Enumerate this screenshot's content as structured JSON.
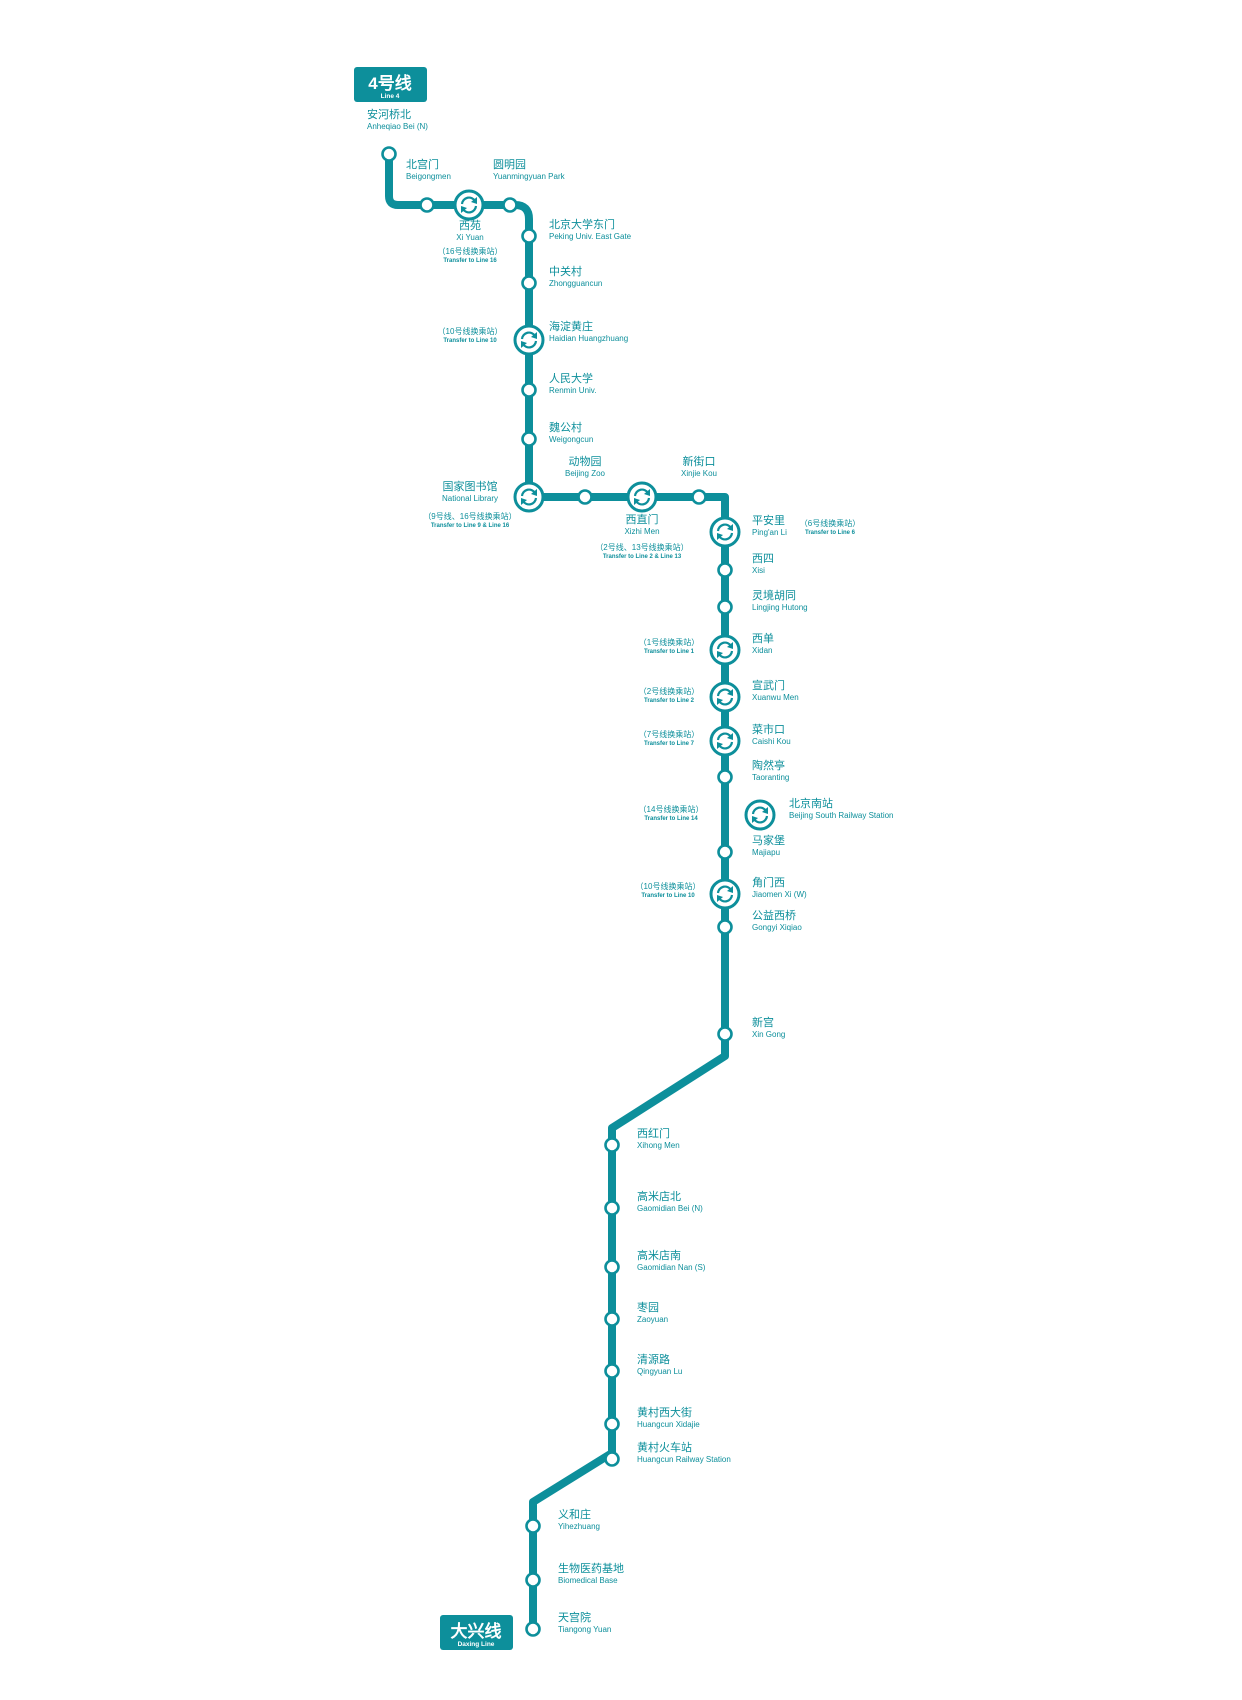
{
  "colors": {
    "line": "#0d8f9b",
    "text": "#0d8f9b",
    "background": "#ffffff"
  },
  "badges": {
    "line4": {
      "cn": "4号线",
      "en": "Line 4"
    },
    "daxing": {
      "cn": "大兴线",
      "en": "Daxing Line"
    }
  },
  "stations": [
    {
      "cn": "安河桥北",
      "en": "Anheqiao Bei (N)",
      "interchange": false
    },
    {
      "cn": "北宫门",
      "en": "Beigongmen",
      "interchange": false
    },
    {
      "cn": "西苑",
      "en": "Xi Yuan",
      "interchange": true,
      "transfer_cn": "（16号线换乘站）",
      "transfer_en": "Transfer to Line 16"
    },
    {
      "cn": "圆明园",
      "en": "Yuanmingyuan Park",
      "interchange": false
    },
    {
      "cn": "北京大学东门",
      "en": "Peking Univ. East Gate",
      "interchange": false
    },
    {
      "cn": "中关村",
      "en": "Zhongguancun",
      "interchange": false
    },
    {
      "cn": "海淀黄庄",
      "en": "Haidian Huangzhuang",
      "interchange": true,
      "transfer_cn": "（10号线换乘站）",
      "transfer_en": "Transfer to Line 10"
    },
    {
      "cn": "人民大学",
      "en": "Renmin Univ.",
      "interchange": false
    },
    {
      "cn": "魏公村",
      "en": "Weigongcun",
      "interchange": false
    },
    {
      "cn": "国家图书馆",
      "en": "National Library",
      "interchange": true,
      "transfer_cn": "（9号线、16号线换乘站）",
      "transfer_en": "Transfer to Line 9 & Line 16"
    },
    {
      "cn": "动物园",
      "en": "Beijing Zoo",
      "interchange": false
    },
    {
      "cn": "西直门",
      "en": "Xizhi Men",
      "interchange": true,
      "transfer_cn": "（2号线、13号线换乘站）",
      "transfer_en": "Transfer to Line 2 & Line 13"
    },
    {
      "cn": "新街口",
      "en": "Xinjie Kou",
      "interchange": false
    },
    {
      "cn": "平安里",
      "en": "Ping'an Li",
      "interchange": true,
      "transfer_cn": "（6号线换乘站）",
      "transfer_en": "Transfer to Line 6"
    },
    {
      "cn": "西四",
      "en": "Xisi",
      "interchange": false
    },
    {
      "cn": "灵境胡同",
      "en": "Lingjing Hutong",
      "interchange": false
    },
    {
      "cn": "西单",
      "en": "Xidan",
      "interchange": true,
      "transfer_cn": "（1号线换乘站）",
      "transfer_en": "Transfer to Line 1"
    },
    {
      "cn": "宣武门",
      "en": "Xuanwu Men",
      "interchange": true,
      "transfer_cn": "（2号线换乘站）",
      "transfer_en": "Transfer to Line 2"
    },
    {
      "cn": "菜市口",
      "en": "Caishi Kou",
      "interchange": true,
      "transfer_cn": "（7号线换乘站）",
      "transfer_en": "Transfer to Line 7"
    },
    {
      "cn": "陶然亭",
      "en": "Taoranting",
      "interchange": false
    },
    {
      "cn": "北京南站",
      "en": "Beijing South Railway Station",
      "interchange": true,
      "transfer_cn": "（14号线换乘站）",
      "transfer_en": "Transfer to Line 14"
    },
    {
      "cn": "马家堡",
      "en": "Majiapu",
      "interchange": false
    },
    {
      "cn": "角门西",
      "en": "Jiaomen Xi (W)",
      "interchange": true,
      "transfer_cn": "（10号线换乘站）",
      "transfer_en": "Transfer to Line 10"
    },
    {
      "cn": "公益西桥",
      "en": "Gongyi Xiqiao",
      "interchange": false
    },
    {
      "cn": "新宫",
      "en": "Xin Gong",
      "interchange": false
    },
    {
      "cn": "西红门",
      "en": "Xihong Men",
      "interchange": false
    },
    {
      "cn": "高米店北",
      "en": "Gaomidian Bei (N)",
      "interchange": false
    },
    {
      "cn": "高米店南",
      "en": "Gaomidian Nan (S)",
      "interchange": false
    },
    {
      "cn": "枣园",
      "en": "Zaoyuan",
      "interchange": false
    },
    {
      "cn": "清源路",
      "en": "Qingyuan Lu",
      "interchange": false
    },
    {
      "cn": "黄村西大街",
      "en": "Huangcun Xidajie",
      "interchange": false
    },
    {
      "cn": "黄村火车站",
      "en": "Huangcun Railway Station",
      "interchange": false
    },
    {
      "cn": "义和庄",
      "en": "Yihezhuang",
      "interchange": false
    },
    {
      "cn": "生物医药基地",
      "en": "Biomedical Base",
      "interchange": false
    },
    {
      "cn": "天宫院",
      "en": "Tiangong Yuan",
      "interchange": false
    }
  ]
}
